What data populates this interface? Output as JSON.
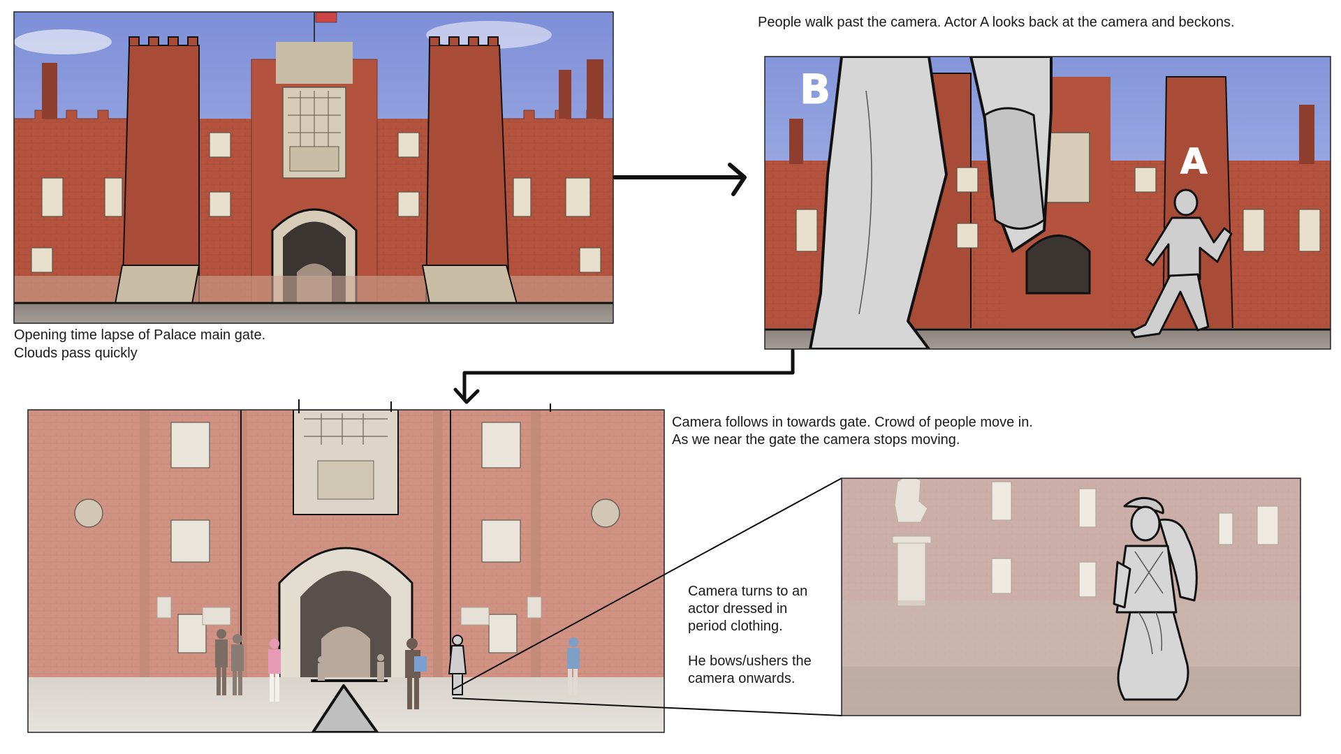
{
  "panels": {
    "panel1": {
      "caption_line1": "Opening time lapse of Palace main gate.",
      "caption_line2": "Clouds pass quickly"
    },
    "panel2": {
      "caption": "People walk past the camera. Actor A looks back at the camera and beckons.",
      "label_b": "B",
      "label_a": "A"
    },
    "panel3": {
      "caption_line1": "Camera follows in towards gate. Crowd of people move in.",
      "caption_line2": "As we near the gate the camera stops moving."
    },
    "panel4": {
      "caption_line1": "Camera turns to an",
      "caption_line2": "actor dressed in",
      "caption_line3": "period clothing.",
      "caption_line4": "He bows/ushers the",
      "caption_line5": "camera onwards."
    }
  },
  "colors": {
    "brick": "#b5553f",
    "brick_dark": "#8e3e2e",
    "stone": "#c9bda6",
    "sky": "#8a9ad6",
    "ground": "#8f8a86",
    "sketch_fill": "#d6d6d6",
    "ink": "#111111"
  }
}
